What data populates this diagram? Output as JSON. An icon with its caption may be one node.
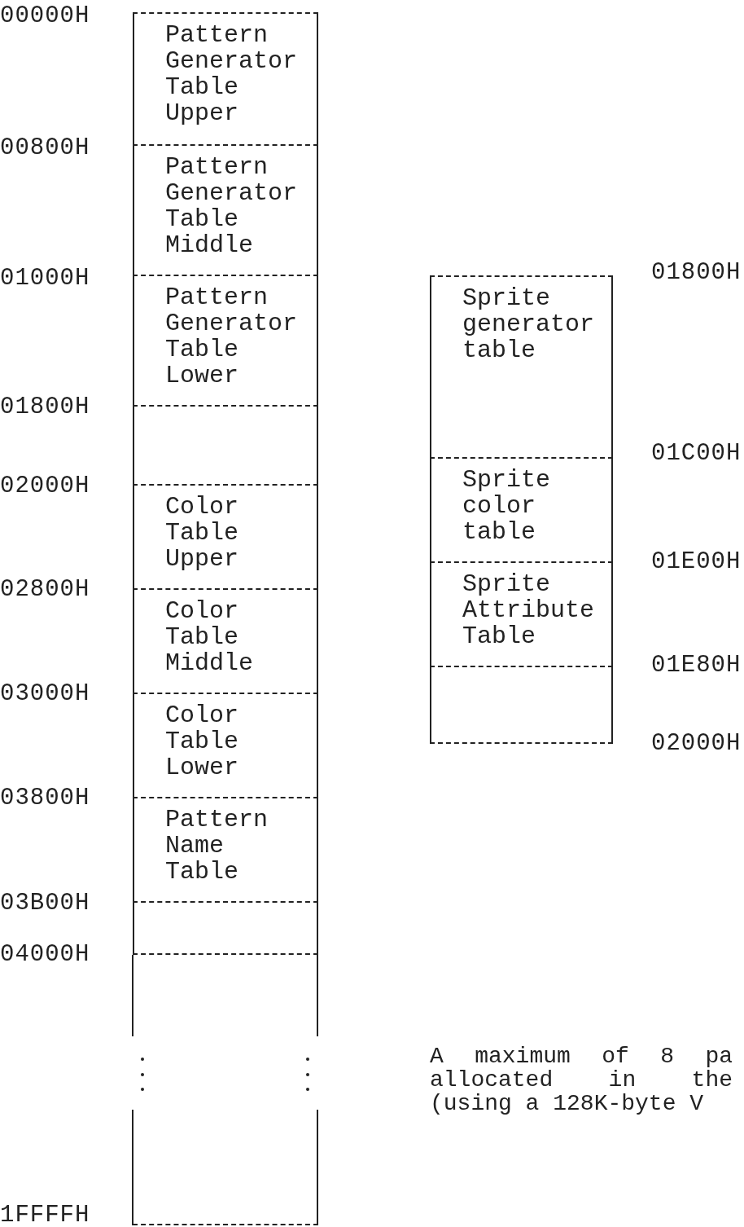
{
  "diagram": {
    "nodes": [
      {
        "text": [
          "Pattern Generator Table Upper"
        ]
      },
      {
        "text": [
          "Pattern Generator Table Middle"
        ]
      },
      {
        "text": [
          "Pattern Generator Table Lower"
        ]
      },
      {
        "text": [],
        "shape": "box"
      },
      {
        "text": [
          "Color Table Upper"
        ]
      },
      {
        "text": [
          "Color Table Middle"
        ]
      },
      {
        "text": [
          "Color Table Lower"
        ]
      },
      {
        "text": [
          "Pattern Name Table"
        ]
      },
      {
        "text": [],
        "shape": "box"
      },
      {
        "text": [],
        "shape": "box"
      },
      {
        "text": [
          "Sprite generator table"
        ]
      },
      {
        "text": [
          "Sprite color table"
        ]
      },
      {
        "text": [
          "Sprite Attribute Table"
        ]
      },
      {
        "text": [],
        "shape": "box"
      }
    ],
    "edges": [],
    "labels": [
      "00000H",
      "00800H",
      "01000H",
      "01800H",
      "02000H",
      "02800H",
      "03000H",
      "03800H",
      "03B00H",
      "04000H",
      "1FFFFH",
      "01800H",
      "01C00H",
      "01E00H",
      "01E80H",
      "02000H",
      "A maximum of 8 pa allocated in the (using a 128K-byte V"
    ]
  }
}
